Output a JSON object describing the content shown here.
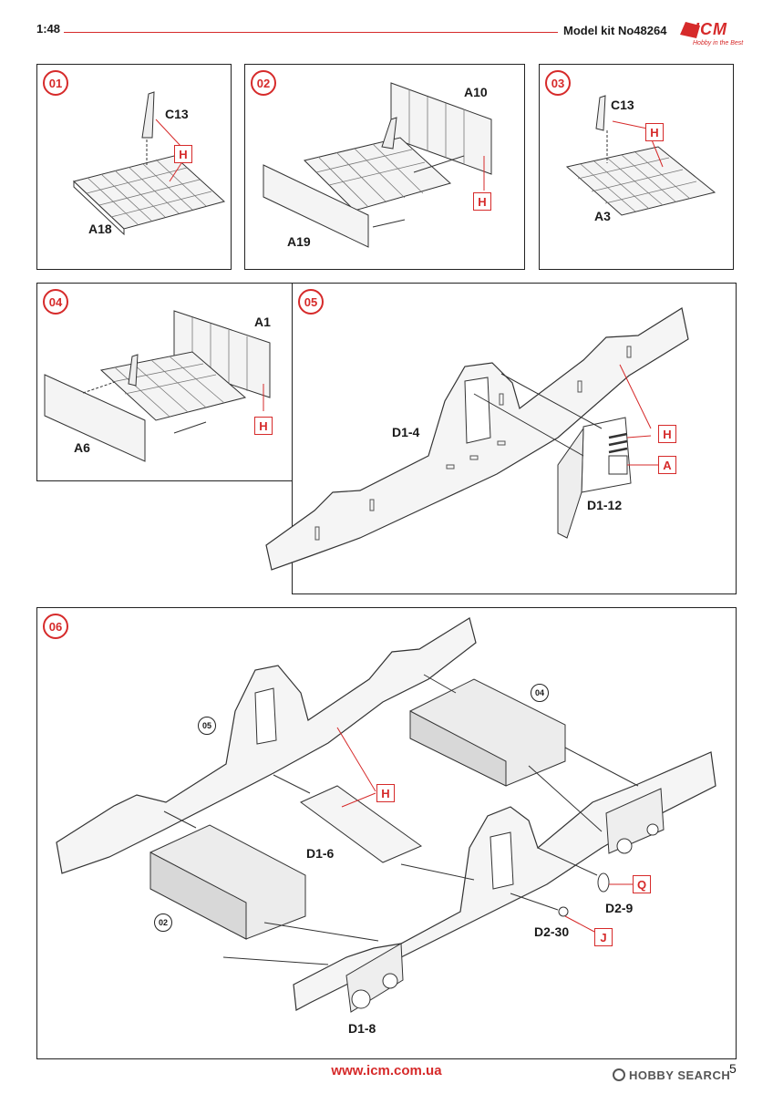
{
  "header": {
    "scale": "1:48",
    "model": "Model kit No48264",
    "logo_text": "ICM",
    "logo_sub": "Hobby in the Best"
  },
  "steps": [
    {
      "number": "01",
      "labels": [
        "C13",
        "A18"
      ],
      "paints": [
        "H"
      ]
    },
    {
      "number": "02",
      "labels": [
        "A10",
        "A19"
      ],
      "paints": [
        "H"
      ]
    },
    {
      "number": "03",
      "labels": [
        "C13",
        "A3"
      ],
      "paints": [
        "H"
      ]
    },
    {
      "number": "04",
      "labels": [
        "A1",
        "A6"
      ],
      "paints": [
        "H"
      ]
    },
    {
      "number": "05",
      "labels": [
        "D1-4",
        "D1-12"
      ],
      "paints": [
        "H",
        "A"
      ]
    },
    {
      "number": "06",
      "labels": [
        "D1-6",
        "D2-9",
        "D2-30",
        "D1-8"
      ],
      "paints": [
        "H",
        "Q",
        "J"
      ],
      "subrefs": [
        "05",
        "04",
        "02"
      ]
    }
  ],
  "footer": {
    "url": "www.icm.com.ua",
    "page": "5",
    "watermark": "HOBBY SEARCH"
  }
}
